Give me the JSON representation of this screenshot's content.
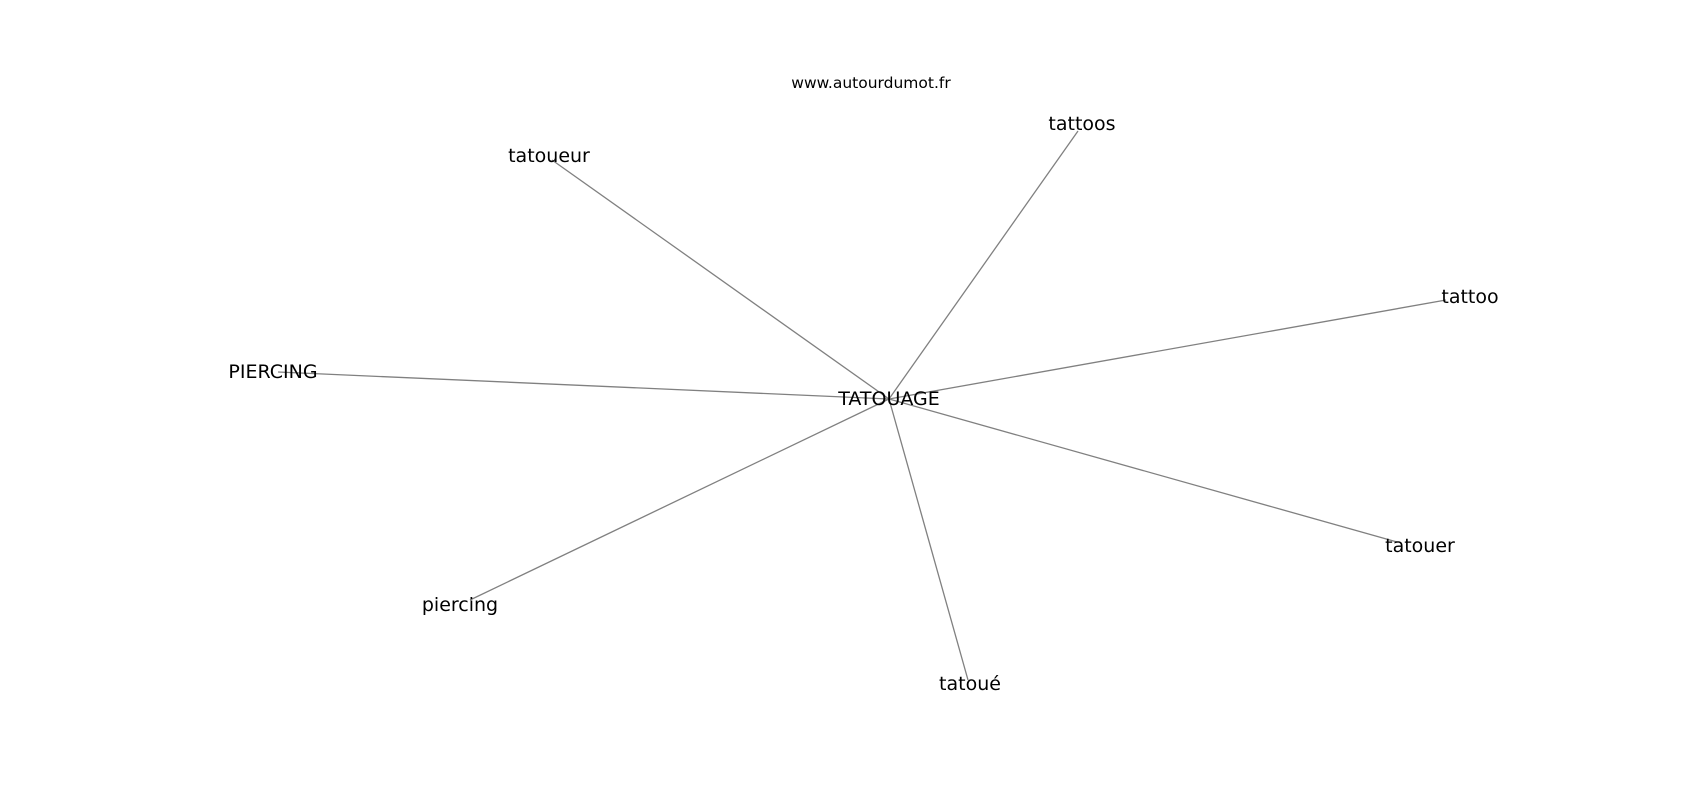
{
  "watermark": "www.autourdumot.fr",
  "center": {
    "label": "TATOUAGE"
  },
  "nodes": [
    {
      "id": "tattoos",
      "label": "tattoos"
    },
    {
      "id": "tatoueur",
      "label": "tatoueur"
    },
    {
      "id": "tattoo",
      "label": "tattoo"
    },
    {
      "id": "PIERCING",
      "label": "PIERCING"
    },
    {
      "id": "tatouer",
      "label": "tatouer"
    },
    {
      "id": "piercing",
      "label": "piercing"
    },
    {
      "id": "tatoue",
      "label": "tatoué"
    }
  ],
  "colors": {
    "edge": "#808080",
    "text": "#000000",
    "background": "#ffffff"
  }
}
